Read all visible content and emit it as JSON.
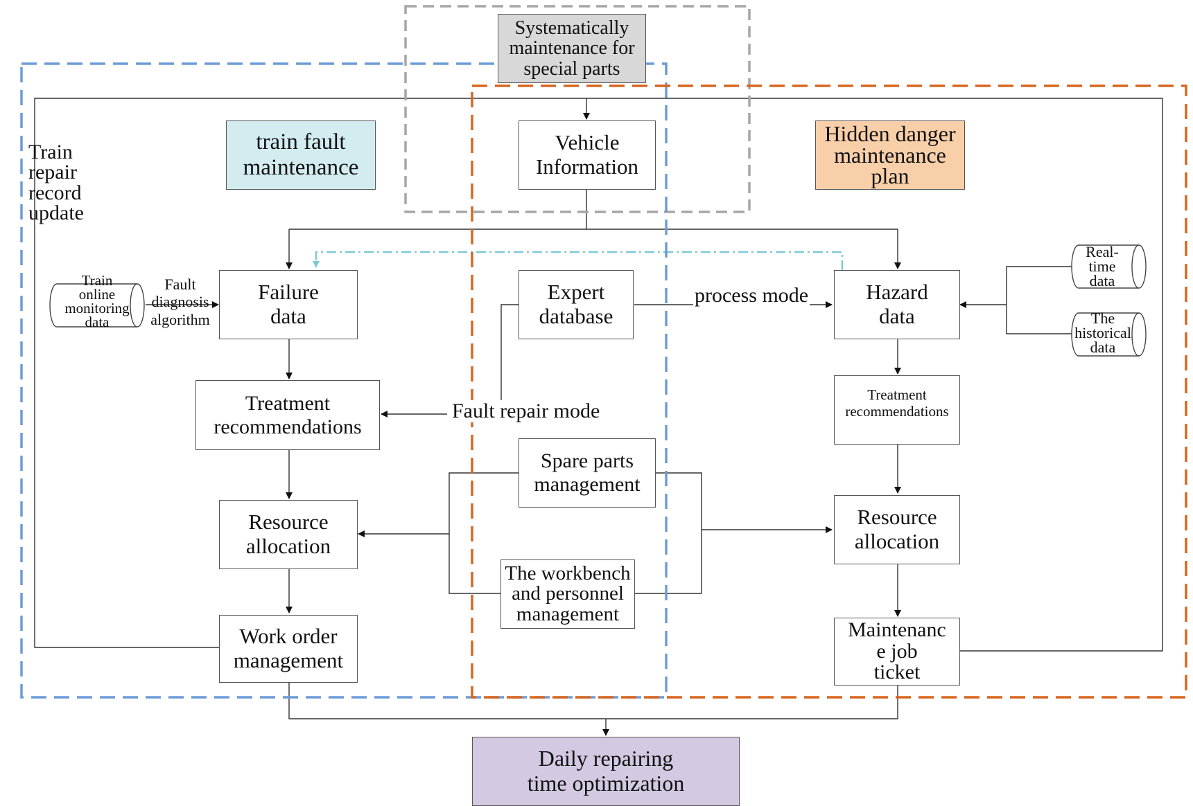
{
  "diagram": {
    "groups": {
      "special_parts": [
        "Systematically",
        "maintenance for",
        "special parts"
      ],
      "train_fault": [
        "train fault",
        "maintenance"
      ],
      "hidden_danger": [
        "Hidden danger",
        "maintenance",
        "plan"
      ]
    },
    "side_label": [
      "Train",
      "repair",
      "record",
      "update"
    ],
    "nodes": {
      "vehicle_info": [
        "Vehicle",
        "Information"
      ],
      "failure_data": [
        "Failure",
        "data"
      ],
      "expert_db": [
        "Expert",
        "database"
      ],
      "hazard_data": [
        "Hazard",
        "data"
      ],
      "treatment_left": [
        "Treatment",
        "recommendations"
      ],
      "treatment_right": [
        "Treatment",
        "recommendations"
      ],
      "spare_parts": [
        "Spare parts",
        "management"
      ],
      "workbench": [
        "The workbench",
        "and personnel",
        "management"
      ],
      "resource_left": [
        "Resource",
        "allocation"
      ],
      "resource_right": [
        "Resource",
        "allocation"
      ],
      "work_order": [
        "Work order",
        "management"
      ],
      "job_ticket": [
        "Maintenanc",
        "e job",
        "ticket"
      ],
      "daily_opt": [
        "Daily repairing",
        "time optimization"
      ]
    },
    "data_sources": {
      "train_monitoring": [
        "Train",
        "online",
        "monitoring",
        "data"
      ],
      "realtime": [
        "Real-",
        "time",
        "data"
      ],
      "historical": [
        "The",
        "historical",
        "data"
      ]
    },
    "edge_labels": {
      "fault_diagnosis": [
        "Fault",
        "diagnosis",
        "algorithm"
      ],
      "process_mode": "process mode",
      "fault_repair_mode": "Fault repair mode"
    },
    "colors": {
      "gray_group": "#a6a6a6",
      "blue_group": "#6d9bd8",
      "orange_group": "#d9661e",
      "cyan_link": "#7ec8d3",
      "special_parts_fill": "#d8d8d8",
      "train_fault_fill": "#d3ecf0",
      "hidden_danger_fill": "#f8cfa9",
      "daily_opt_fill": "#d3c9e2"
    }
  }
}
